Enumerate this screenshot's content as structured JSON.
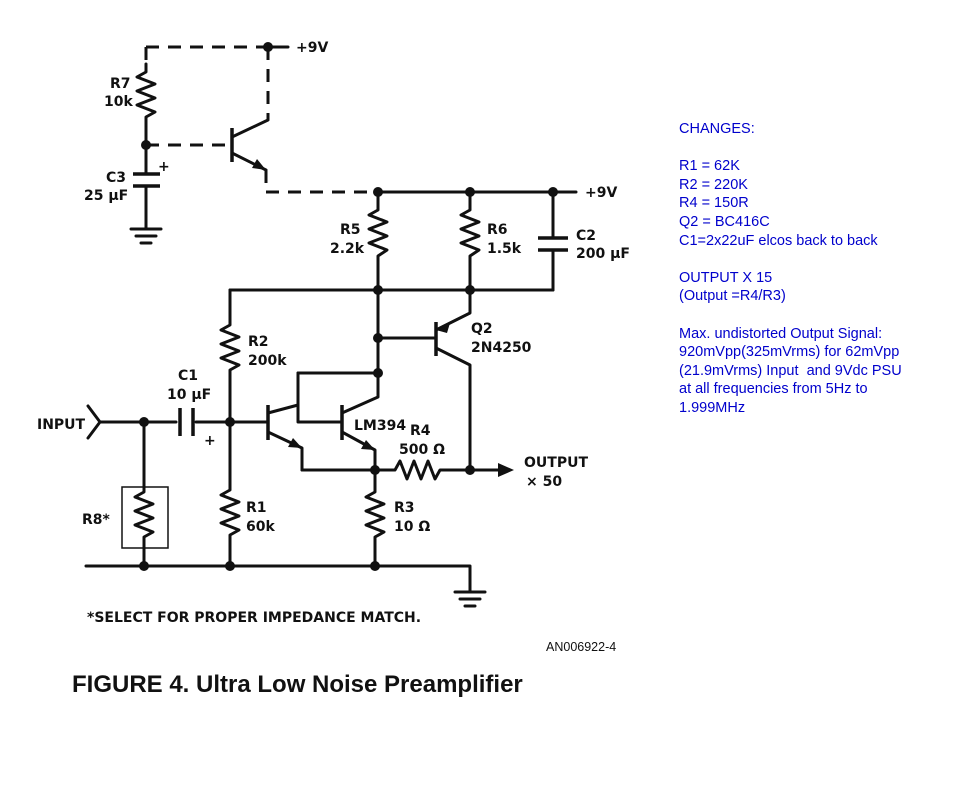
{
  "labels": {
    "vcc_top": "+9V",
    "vcc_mid": "+9V",
    "r7_name": "R7",
    "r7_value": "10k",
    "c3_name": "C3",
    "c3_value": "25 μF",
    "r5_name": "R5",
    "r5_value": "2.2k",
    "r6_name": "R6",
    "r6_value": "1.5k",
    "c2_name": "C2",
    "c2_value": "200 μF",
    "r2_name": "R2",
    "r2_value": "200k",
    "q2_name": "Q2",
    "q2_value": "2N4250",
    "c1_name": "C1",
    "c1_value": "10 μF",
    "input": "INPUT",
    "lm394": "LM394",
    "r4_name": "R4",
    "r4_value": "500 Ω",
    "output": "OUTPUT",
    "output_gain": "× 50",
    "r8_name": "R8*",
    "r1_name": "R1",
    "r1_value": "60k",
    "r3_name": "R3",
    "r3_value": "10 Ω",
    "plus": "+",
    "footnote": "*SELECT FOR PROPER IMPEDANCE MATCH.",
    "figure_code": "AN006922-4"
  },
  "changes": [
    "CHANGES:",
    "",
    "R1 = 62K",
    "R2 = 220K",
    "R4 = 150R",
    "Q2 = BC416C",
    "C1=2x22uF elcos back to back",
    "",
    "OUTPUT X 15",
    "(Output =R4/R3)",
    "",
    "Max. undistorted Output Signal:",
    "920mVpp(325mVrms) for 62mVpp",
    "(21.9mVrms) Input  and 9Vdc PSU",
    "at all frequencies from 5Hz to",
    "1.999MHz"
  ],
  "caption": "FIGURE 4. Ultra Low Noise Preamplifier"
}
